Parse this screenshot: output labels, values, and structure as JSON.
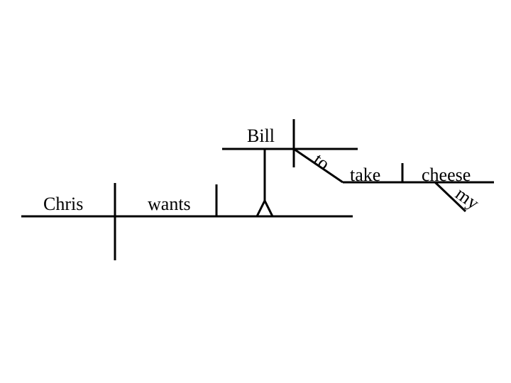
{
  "diagram": {
    "subject": "Chris",
    "verb": "wants",
    "infinitive_subject": "Bill",
    "infinitive_marker": "to",
    "infinitive_verb": "take",
    "object": "cheese",
    "modifier": "my"
  }
}
